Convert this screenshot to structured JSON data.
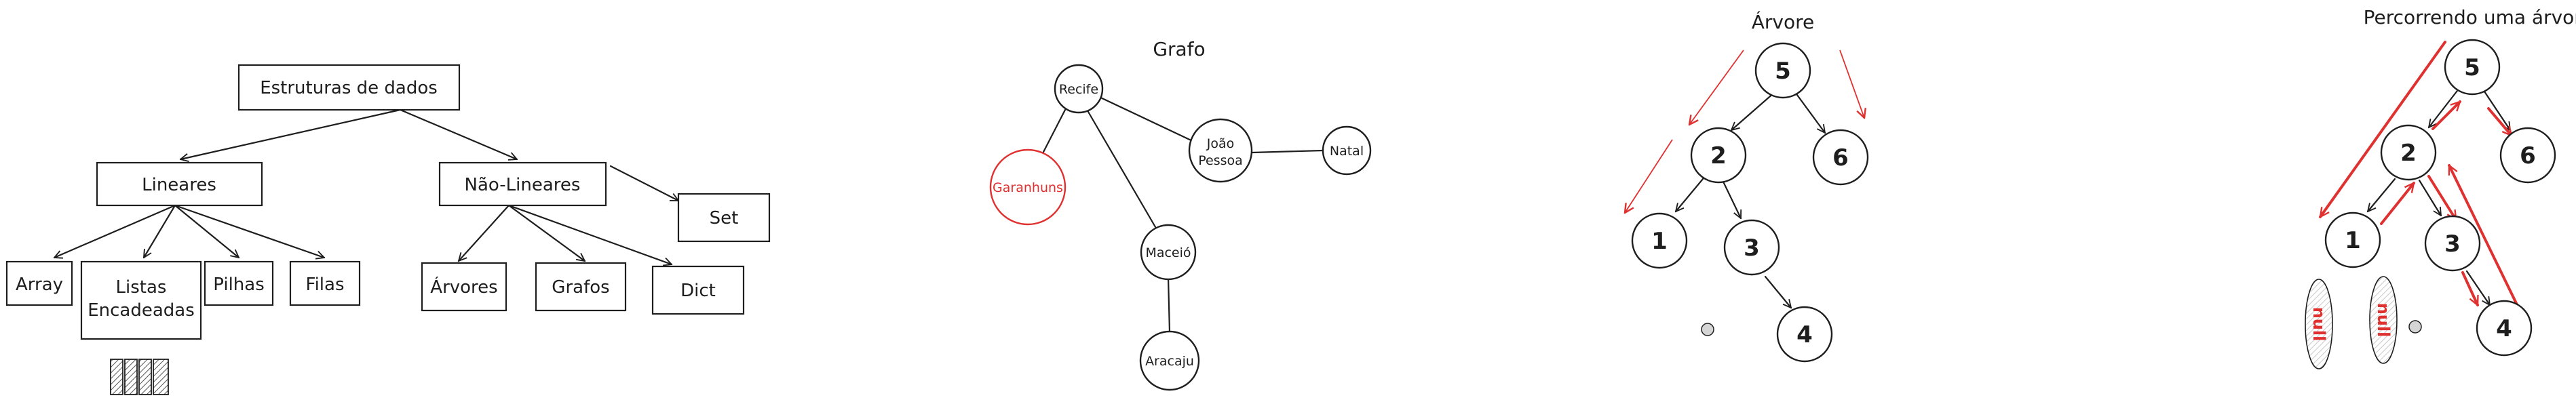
{
  "colors": {
    "ink": "#1e1e1e",
    "accent": "#e03131"
  },
  "structures": {
    "root": "Estruturas de dados",
    "lineares": "Lineares",
    "nao_lineares": "Não-Lineares",
    "array": "Array",
    "listas_l1": "Listas",
    "listas_l2": "Encadeadas",
    "pilhas": "Pilhas",
    "filas": "Filas",
    "arvores": "Árvores",
    "grafos": "Grafos",
    "dict": "Dict",
    "set": "Set"
  },
  "graph": {
    "title": "Grafo",
    "recife": "Recife",
    "joao_l1": "João",
    "joao_l2": "Pessoa",
    "natal": "Natal",
    "garanhuns": "Garanhuns",
    "maceio": "Maceió",
    "aracaju": "Aracaju"
  },
  "tree": {
    "title": "Árvore",
    "n5": "5",
    "n2": "2",
    "n6": "6",
    "n1": "1",
    "n3": "3",
    "n4": "4"
  },
  "traversal": {
    "title": "Percorrendo uma árvore",
    "n5": "5",
    "n2": "2",
    "n6": "6",
    "n1": "1",
    "n3": "3",
    "n4": "4",
    "null_label": "null"
  }
}
